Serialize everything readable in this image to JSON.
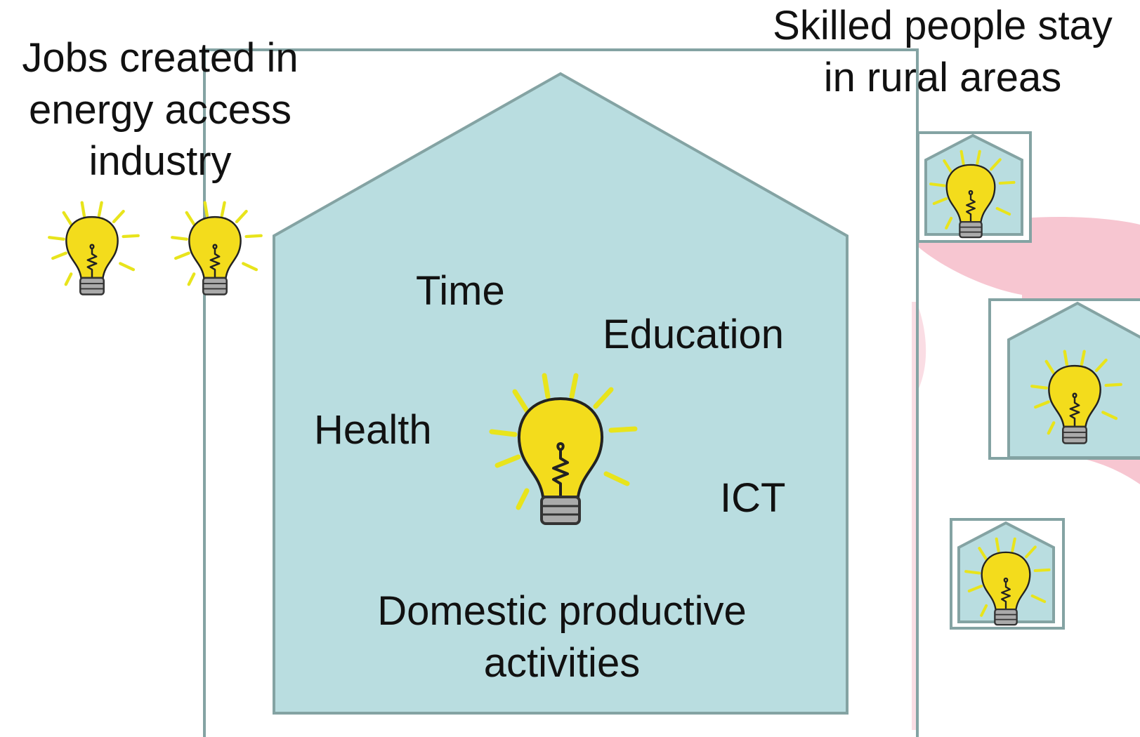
{
  "labels": {
    "jobs_line1": "Jobs created in",
    "jobs_line2": "energy access",
    "jobs_line3": "industry",
    "skilled_line1": "Skilled people stay",
    "skilled_line2": "in rural areas",
    "time": "Time",
    "education": "Education",
    "health": "Health",
    "ict": "ICT",
    "domestic_line1": "Domestic productive",
    "domestic_line2": "activities"
  },
  "colors": {
    "house_fill": "#b9dde0",
    "frame_stroke": "#84a3a3",
    "bulb_yellow": "#f3dc1c",
    "rays_yellow": "#ece71b",
    "base_gray": "#aaaaaa",
    "swoosh_pink": "#f6bcc9"
  },
  "icons": [
    "lightbulb-icon",
    "house-icon"
  ]
}
